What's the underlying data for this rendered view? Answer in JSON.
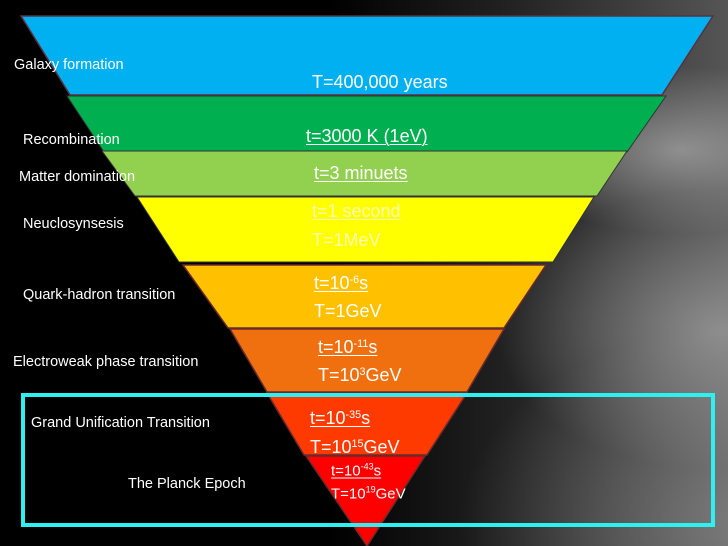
{
  "colors": {
    "blue": "#00b0f0",
    "green": "#00b050",
    "light_green": "#92d050",
    "yellow": "#ffff00",
    "amber": "#ffc000",
    "orange": "#f07010",
    "red_orange": "#ff3a00",
    "red": "#ff0000",
    "highlight": "#2ff0f0"
  },
  "epochs": [
    {
      "label": "Galaxy formation",
      "lines": [
        {
          "text": "T=400,000 years"
        }
      ]
    },
    {
      "label": "Recombination",
      "lines": [
        {
          "text": "t=3000 K (1eV)"
        }
      ]
    },
    {
      "label": "Matter domination",
      "lines": [
        {
          "text": "t=3 minuets"
        }
      ]
    },
    {
      "label": "Neuclosynsesis",
      "lines": [
        {
          "text": "t=1 second"
        },
        {
          "text": "T=1MeV"
        }
      ]
    },
    {
      "label": "Quark-hadron transition",
      "lines": [
        {
          "base": "t=10",
          "exp": "-6",
          "unit": "s"
        },
        {
          "text": "T=1GeV"
        }
      ]
    },
    {
      "label": "Electroweak phase transition",
      "lines": [
        {
          "base": "t=10",
          "exp": "-11",
          "unit": "s"
        },
        {
          "base": "T=10",
          "exp": "3",
          "unit": "GeV"
        }
      ]
    },
    {
      "label": "Grand Unification Transition",
      "lines": [
        {
          "base": "t=10",
          "exp": "-35",
          "unit": "s"
        },
        {
          "base": "T=10",
          "exp": "15",
          "unit": "GeV"
        }
      ]
    },
    {
      "label": "The Planck Epoch",
      "lines": [
        {
          "base": "t=10",
          "exp": "-43",
          "unit": "s"
        },
        {
          "base": "T=10",
          "exp": "19",
          "unit": "GeV"
        }
      ]
    }
  ]
}
